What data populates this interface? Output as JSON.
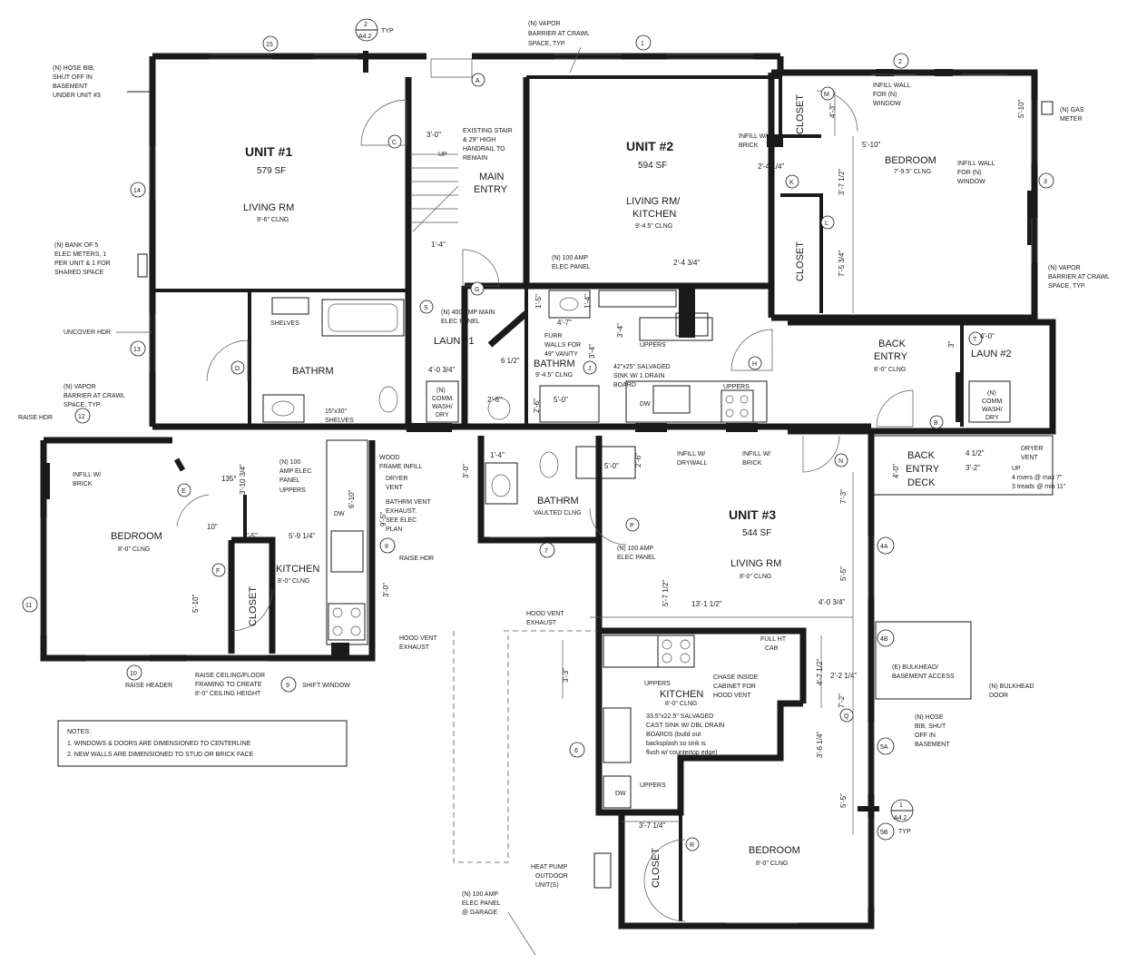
{
  "units": [
    {
      "name": "UNIT #1",
      "area": "579 SF",
      "room": "LIVING RM",
      "clng": "9'-6\" CLNG"
    },
    {
      "name": "UNIT #2",
      "area": "594 SF",
      "room": "LIVING RM/",
      "room2": "KITCHEN",
      "clng": "9'-4.5\" CLNG"
    },
    {
      "name": "UNIT #3",
      "area": "544 SF",
      "room": "LIVING RM",
      "clng": "8'-0\" CLNG"
    }
  ],
  "rooms": {
    "main_entry_1": "MAIN",
    "main_entry_2": "ENTRY",
    "u1_bathrm": "BATHRM",
    "u1_bedroom": "BEDROOM",
    "u1_bedroom_clng": "8'-0\" CLNG",
    "u1_kitchen": "KITCHEN",
    "u1_kitchen_clng": "8'-0\" CLNG",
    "u1_closet": "CLOSET",
    "laun1": "LAUN #1",
    "u2_bathrm": "BATHRM",
    "u2_bathrm_clng": "9'-4.5\" CLNG",
    "u2_closet_top": "CLOSET",
    "u2_closet_mid": "CLOSET",
    "u2_bedroom": "BEDROOM",
    "u2_bedroom_clng": "7'-9.5\" CLNG",
    "back_entry_1": "BACK",
    "back_entry_2": "ENTRY",
    "back_entry_clng": "8'-0\" CLNG",
    "laun2": "LAUN #2",
    "back_deck_1": "BACK",
    "back_deck_2": "ENTRY",
    "back_deck_3": "DECK",
    "u3_bathrm": "BATHRM",
    "u3_bathrm_clng": "VAULTED CLNG",
    "u3_kitchen": "KITCHEN",
    "u3_kitchen_clng": "8'-0\" CLNG",
    "u3_bedroom": "BEDROOM",
    "u3_bedroom_clng": "8'-0\" CLNG",
    "u3_closet": "CLOSET",
    "shelves": "SHELVES",
    "shelves_2": "15\"x30\"",
    "shelves_3": "SHELVES",
    "comm_wash_dry_1": "(N)",
    "comm_wash_dry_2": "COMM.",
    "comm_wash_dry_3": "WASH/",
    "comm_wash_dry_4": "DRY",
    "laun1_wash_1": "(N)",
    "laun1_wash_2": "COMM.",
    "laun1_wash_3": "WASH/",
    "laun1_wash_4": "DRY"
  },
  "notes": {
    "heading": "NOTES:",
    "line1": "1. WINDOWS & DOORS ARE DIMENSIONED TO CENTERLINE",
    "line2": "2. NEW WALLS ARE DIMENSIONED TO STUD OR BRICK FACE"
  },
  "annotations": {
    "hose_bib_1": "(N) HOSE BIB,",
    "hose_bib_2": "SHUT OFF IN",
    "hose_bib_3": "BASEMENT",
    "hose_bib_4": "UNDER UNIT #3",
    "vapor_top_1": "(N) VAPOR",
    "vapor_top_2": "BARRIER AT CRAWL",
    "vapor_top_3": "SPACE, TYP.",
    "gas_1": "(N) GAS",
    "gas_2": "METER",
    "infill_window_1": "INFILL WALL",
    "infill_window_2": "FOR (N)",
    "infill_window_3": "WINDOW",
    "infill_window_b1": "INFILL WALL",
    "infill_window_b2": "FOR (N)",
    "infill_window_b3": "WINDOW",
    "infill_brick_1": "INFILL W/",
    "infill_brick_2": "BRICK",
    "existing_stair_1": "EXISTING STAIR",
    "existing_stair_2": "& 29\" HIGH",
    "existing_stair_3": "HANDRAIL TO",
    "existing_stair_4": "REMAIN",
    "meters_1": "(N) BANK OF 5",
    "meters_2": "ELEC METERS, 1",
    "meters_3": "PER UNIT & 1 FOR",
    "meters_4": "SHARED SPACE",
    "panel_100_u2_1": "(N) 100 AMP",
    "panel_100_u2_2": "ELEC PANEL",
    "panel_400_1": "(N) 400 AMP MAIN",
    "panel_400_2": "ELEC PANEL",
    "uncover_hdr": "UNCOVER HDR",
    "vapor_left_1": "(N) VAPOR",
    "vapor_left_2": "BARRIER AT CRAWL",
    "vapor_left_3": "SPACE, TYP.",
    "vapor_right_1": "(N) VAPOR",
    "vapor_right_2": "BARRIER AT CRAWL",
    "vapor_right_3": "SPACE, TYP.",
    "furr_1": "FURR",
    "furr_2": "WALLS FOR",
    "furr_3": "49\" VANITY",
    "uppers": "UPPERS",
    "sink_u2_1": "42\"x25\" SALVAGED",
    "sink_u2_2": "SINK W/ 1 DRAIN",
    "sink_u2_3": "BOARD",
    "raise_hdr_top": "RAISE HDR",
    "infill_brick_left_1": "INFILL W/",
    "infill_brick_left_2": "BRICK",
    "panel_100_u1_1": "(N) 100",
    "panel_100_u1_2": "AMP ELEC",
    "panel_100_u1_3": "PANEL",
    "uppers_u1": "UPPERS",
    "wood_frame_1": "WOOD",
    "wood_frame_2": "FRAME INFILL",
    "dryer_vent_1": "DRYER",
    "dryer_vent_2": "VENT",
    "bath_vent_1": "BATHRM VENT",
    "bath_vent_2": "EXHAUST.",
    "bath_vent_3": "SEE ELEC",
    "bath_vent_4": "PLAN",
    "infill_drywall_1": "INFILL W/",
    "infill_drywall_2": "DRYWALL",
    "infill_brick_mid_1": "INFILL W/",
    "infill_brick_mid_2": "BRICK",
    "dryer_vent_up_1": "DRYER",
    "dryer_vent_up_2": "VENT",
    "dryer_vent_up_3": "UP",
    "risers_1": "4 risers @ max 7\"",
    "risers_2": "3 treads @ min 11\"",
    "raise_hdr_mid": "RAISE HDR",
    "panel_100_u3_1": "(N) 100 AMP",
    "panel_100_u3_2": "ELEC PANEL",
    "hood_vent_u1_1": "HOOD VENT",
    "hood_vent_u1_2": "EXHAUST",
    "hood_vent_u3_1": "HOOD VENT",
    "hood_vent_u3_2": "EXHAUST",
    "raise_header": "RAISE HEADER",
    "raise_ceiling_1": "RAISE CEILING/FLOOR",
    "raise_ceiling_2": "FRAMING TO CREATE",
    "raise_ceiling_3": "8'-0\" CEILING HEIGHT",
    "shift_window": "SHIFT WINDOW",
    "full_ht_cab_1": "FULL HT",
    "full_ht_cab_2": "CAB",
    "chase_1": "CHASE INSIDE",
    "chase_2": "CABINET FOR",
    "chase_3": "HOOD VENT",
    "uppers_u3": "UPPERS",
    "sink_u3_1": "33.5\"x22.5\" SALVAGED",
    "sink_u3_2": "CAST SINK W/ DBL DRAIN",
    "sink_u3_3": "BOARDS (build out",
    "sink_u3_4": "backsplash so sink is",
    "sink_u3_5": "flush w/ countertop edge)",
    "uppers_u3b": "UPPERS",
    "bulkhead_1": "(E) BULKHEAD/",
    "bulkhead_2": "BASEMENT ACCESS",
    "bulkhead_door_1": "(N) BULKHEAD",
    "bulkhead_door_2": "DOOR",
    "hose_bib_b_1": "(N) HOSE",
    "hose_bib_b_2": "BIB, SHUT",
    "hose_bib_b_3": "OFF IN",
    "hose_bib_b_4": "BASEMENT",
    "heat_pump_1": "HEAT PUMP",
    "heat_pump_2": "OUTDOOR",
    "heat_pump_3": "UNIT(S)",
    "garage_panel_1": "(N) 100 AMP",
    "garage_panel_2": "ELEC PANEL",
    "garage_panel_3": "@ GARAGE",
    "typ_top": "TYP",
    "typ_bottom": "TYP",
    "dw": "DW",
    "up": "UP"
  },
  "dimensions": {
    "d_3_0_stair": "3'-0\"",
    "d_1_4_stair": "1'-4\"",
    "d_4_3": "4'-3\"",
    "d_5_10_top": "5'-10\"",
    "d_5_10_b": "5'-10\"",
    "d_2_4_14": "2'-4 1/4\"",
    "d_3_7_12": "3'-7 1/2\"",
    "d_7_5_34": "7'-5 3/4\"",
    "d_2_4_34": "2'-4 3/4\"",
    "d_1_5": "1'-5\"",
    "d_1_4": "1'-4\"",
    "d_4_7": "4'-7\"",
    "d_3_4": "3'-4\"",
    "d_3_4b": "3'-4\"",
    "d_4_0_34": "4'-0 3/4\"",
    "d_6_12": "6 1/2\"",
    "d_2_6": "2'-6\"",
    "d_2_6b": "2'-6\"",
    "d_5_0": "5'-0\"",
    "d_4_0": "4'-0\"",
    "d_3": "3\"",
    "d_4_12": "4 1/2\"",
    "d_3_2": "3'-2\"",
    "d_4_0_deck": "4'-0\"",
    "d_1_4_bath": "1'-4\"",
    "d_3_0_bath": "3'-0\"",
    "d_5_0_tub": "5'-0\"",
    "d_2_6_tub": "2'-6\"",
    "d_135": "135°",
    "d_3_10_34": "3'-10 3/4\"",
    "d_6_10": "6'-10\"",
    "d_10": "10\"",
    "d_2_5": "2'-5\"",
    "d_5_9_14": "5'-9 1/4\"",
    "d_9_5": "9'-5\"",
    "d_3_0_k": "3'-0\"",
    "d_5_10_bed": "5'-10\"",
    "d_7_3": "7'-3\"",
    "d_5_5": "5'-5\"",
    "d_5_7_12": "5'-7 1/2\"",
    "d_13_1_12": "13'-1 1/2\"",
    "d_4_0_34b": "4'-0 3/4\"",
    "d_3_3": "3'-3\"",
    "d_4_7_12": "4'-7 1/2\"",
    "d_2_2_14": "2'-2 1/4\"",
    "d_7_2": "7'-2\"",
    "d_3_6_14": "3'-6 1/4\"",
    "d_5_5b": "5'-5\"",
    "d_3_7_14": "3'-7 1/4\""
  },
  "tags": {
    "A": "A",
    "B": "B",
    "C": "C",
    "D": "D",
    "E": "E",
    "F": "F",
    "G": "G",
    "H": "H",
    "J": "J",
    "K": "K",
    "L": "L",
    "M": "M",
    "N": "N",
    "P": "P",
    "Q": "Q",
    "R": "R",
    "S": "S",
    "T": "T",
    "w1": "1",
    "w2": "2",
    "w3": "3",
    "w4A": "4A",
    "w4B": "4B",
    "w5A": "5A",
    "w5B": "5B",
    "w6": "6",
    "w7": "7",
    "w8": "8",
    "w9": "9",
    "w10": "10",
    "w11": "11",
    "w12": "12",
    "w13": "13",
    "w14": "14",
    "w15": "15",
    "sec_num": "2",
    "sec_sheet": "A4.2",
    "sec2_num": "1",
    "sec2_sheet": "A4.2"
  }
}
